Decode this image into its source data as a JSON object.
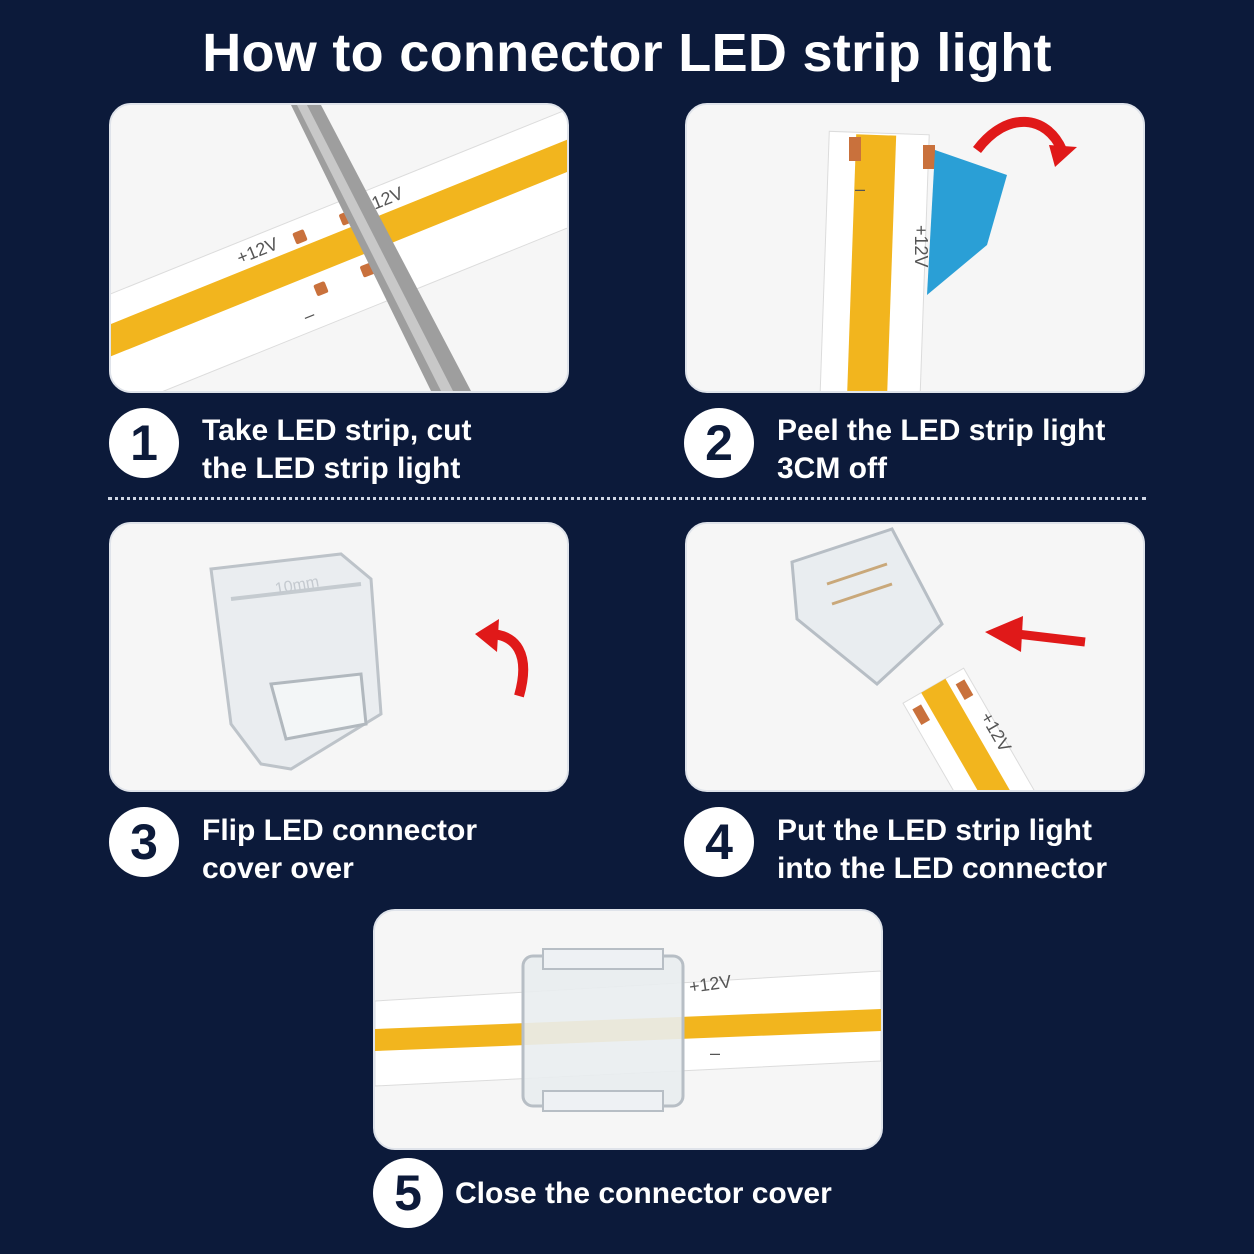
{
  "title": "How to connector LED strip light",
  "steps": [
    {
      "number": "1",
      "line1": "Take LED strip, cut",
      "line2": "the LED strip light"
    },
    {
      "number": "2",
      "line1": "Peel the LED strip light",
      "line2": "3CM off"
    },
    {
      "number": "3",
      "line1": "Flip LED connector",
      "line2": "cover over"
    },
    {
      "number": "4",
      "line1": "Put the LED strip light",
      "line2": "into the LED connector"
    },
    {
      "number": "5",
      "line1": "Close the connector cover"
    }
  ],
  "labels": {
    "plus": "+12V",
    "minus": "–",
    "connector_mark": "10mm"
  },
  "colors": {
    "background": "#0c1a3a",
    "led": "#f2b51e",
    "arrow": "#e01919",
    "tape": "#2a9fd6"
  }
}
